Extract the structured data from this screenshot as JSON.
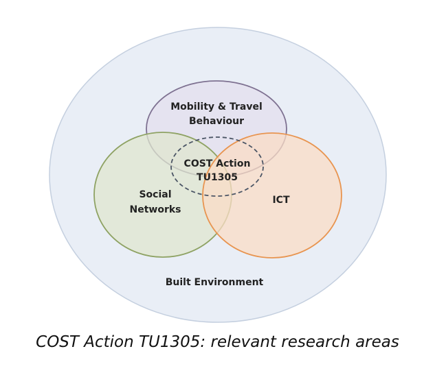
{
  "diagram": {
    "outer": {
      "label": "Built Environment",
      "fill": "#e9eef6",
      "stroke": "#c4cfdf"
    },
    "circles": [
      {
        "id": "mobility",
        "lines": [
          "Mobility & Travel",
          "Behaviour"
        ],
        "fill": "#e4e0ee",
        "stroke": "#7e7191"
      },
      {
        "id": "social",
        "lines": [
          "Social",
          "Networks"
        ],
        "fill": "#dfe6cf",
        "stroke": "#8ea263"
      },
      {
        "id": "ict",
        "lines": [
          "ICT"
        ],
        "fill": "#f9dcc6",
        "stroke": "#e8944f"
      }
    ],
    "center": {
      "lines": [
        "COST Action",
        "TU1305"
      ],
      "stroke": "#4b5565"
    }
  },
  "caption": "COST Action TU1305: relevant research areas"
}
